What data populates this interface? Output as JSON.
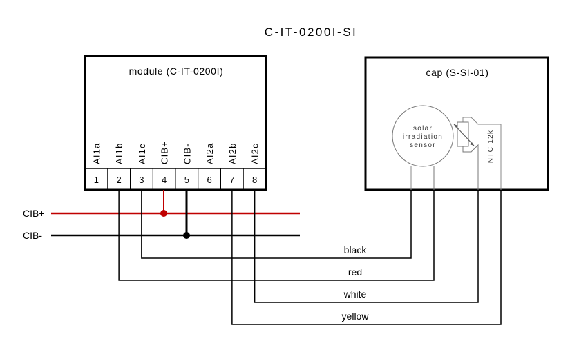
{
  "title": "C-IT-0200I-SI",
  "module": {
    "label": "module (C-IT-0200I)",
    "terminals": [
      {
        "num": "1",
        "name": "AI1a"
      },
      {
        "num": "2",
        "name": "AI1b"
      },
      {
        "num": "3",
        "name": "AI1c"
      },
      {
        "num": "4",
        "name": "CIB+"
      },
      {
        "num": "5",
        "name": "CIB-"
      },
      {
        "num": "6",
        "name": "AI2a"
      },
      {
        "num": "7",
        "name": "AI2b"
      },
      {
        "num": "8",
        "name": "AI2c"
      }
    ]
  },
  "sensor": {
    "label": "cap (S-SI-01)",
    "irradiation_lines": [
      "solar",
      "irradiation",
      "sensor"
    ],
    "ntc_label": "NTC 12k"
  },
  "bus": {
    "plus_label": "CIB+",
    "minus_label": "CIB-",
    "plus_color": "#c00000",
    "minus_color": "#000000"
  },
  "wires": [
    {
      "color_label": "black",
      "from_terminal": "3",
      "to": "solar irradiation sensor"
    },
    {
      "color_label": "red",
      "from_terminal": "2",
      "to": "solar irradiation sensor"
    },
    {
      "color_label": "white",
      "from_terminal": "8",
      "to": "NTC 12k"
    },
    {
      "color_label": "yellow",
      "from_terminal": "7",
      "to": "NTC 12k"
    }
  ]
}
